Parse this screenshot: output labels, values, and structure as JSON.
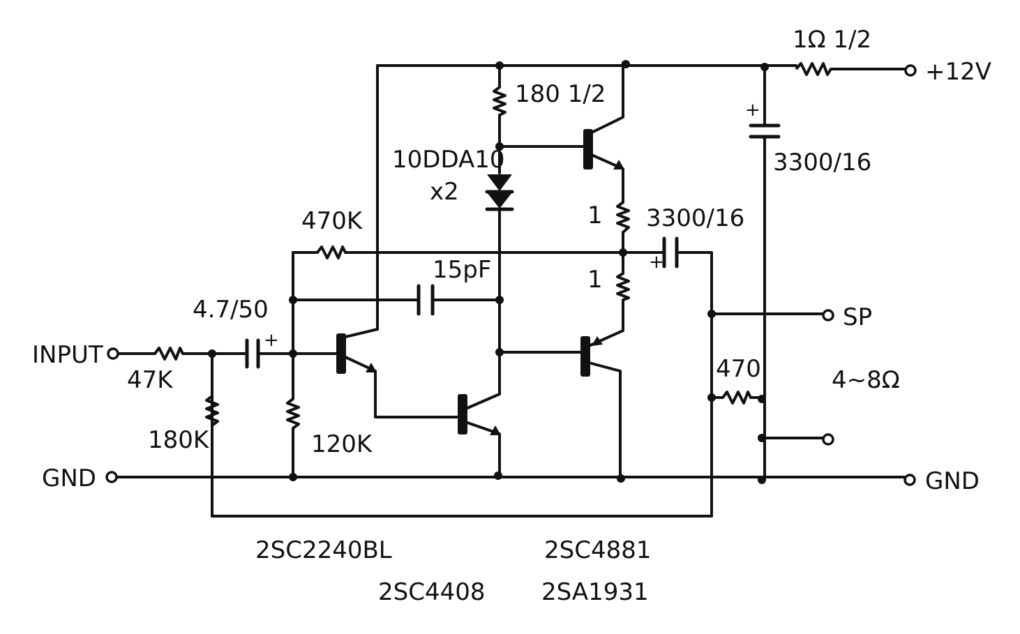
{
  "terminals": {
    "input": "INPUT",
    "gnd_left": "GND",
    "vcc": "+12V",
    "sp": "SP",
    "gnd_right": "GND"
  },
  "components": {
    "r_input": "47K",
    "r_bias_left": "180K",
    "c_input": "4.7/50",
    "r_bias_base": "120K",
    "r_feedback": "470K",
    "c_miller": "15pF",
    "r_top": "180 1/2",
    "diode": "10DDA10",
    "diode_count": "x2",
    "r_emitter_top": "1",
    "r_emitter_bottom": "1",
    "c_output": "3300/16",
    "r_supply": "1Ω 1/2",
    "c_supply": "3300/16",
    "r_output": "470",
    "speaker_load": "4~8Ω"
  },
  "transistors": {
    "q1": "2SC2240BL",
    "q2": "2SC4408",
    "q3": "2SC4881",
    "q4": "2SA1931"
  },
  "polarity_mark": "+"
}
